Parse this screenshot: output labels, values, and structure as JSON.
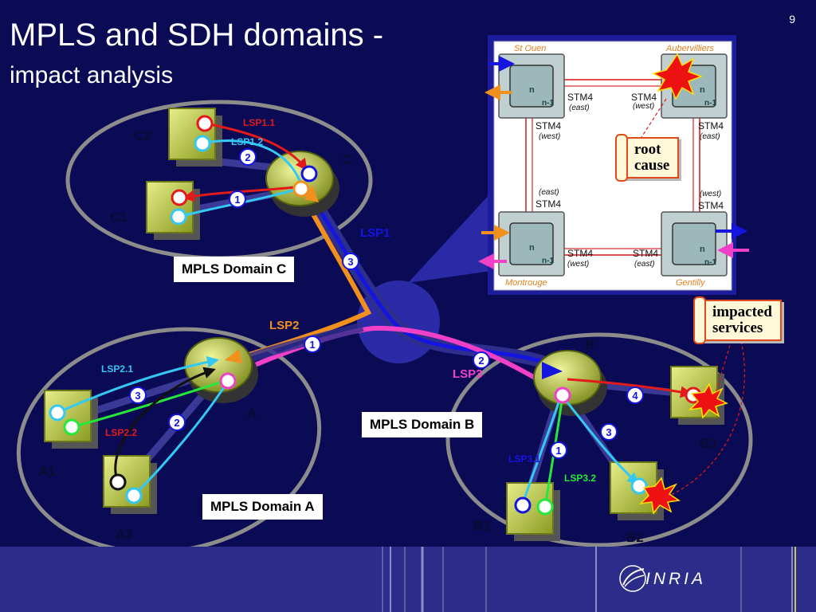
{
  "slide": {
    "title_line1": "MPLS and SDH domains -",
    "title_line2": "impact analysis",
    "page_number": "9"
  },
  "domains": {
    "c": "MPLS Domain C",
    "b": "MPLS Domain B",
    "a": "MPLS Domain A"
  },
  "nodes": {
    "c": "C",
    "c1": "C1",
    "c2": "C2",
    "a": "A",
    "a1": "A1",
    "a2": "A2",
    "b": "B",
    "b1": "B1",
    "b2": "B2",
    "b3": "B3"
  },
  "lsps": {
    "lsp1": "LSP1",
    "lsp1_1": "LSP1.1",
    "lsp1_2": "LSP1.2",
    "lsp2": "LSP2",
    "lsp2_1": "LSP2.1",
    "lsp2_2": "LSP2.2",
    "lsp3": "LSP3",
    "lsp3_1": "LSP3.1",
    "lsp3_2": "LSP3.2"
  },
  "link_numbers": {
    "c_c2": "2",
    "c_c1": "1",
    "c_mid": "3",
    "a_a1": "3",
    "a_a2": "2",
    "a_mid": "1",
    "b_mid": "2",
    "b_b3": "4",
    "b_b2": "3",
    "b_b1": "1"
  },
  "sdh": {
    "sites": {
      "st_ouen": "St Ouen",
      "aubervilliers": "Aubervilliers",
      "montrouge": "Montrouge",
      "gentilly": "Gentilly"
    },
    "stm4": "STM4",
    "east": "(east)",
    "west": "(west)",
    "n": "n",
    "n_minus_1": "n-1"
  },
  "callouts": {
    "root_cause_l1": "root",
    "root_cause_l2": "cause",
    "impacted_l1": "impacted",
    "impacted_l2": "services"
  },
  "footer": {
    "logo": "INRIA"
  },
  "colors": {
    "background": "#0b0a55",
    "lsp1": "#1515e0",
    "lsp2": "#f2901e",
    "lsp3": "#f040c8",
    "ellipse": "#8a8a8a",
    "hub": "#2929a0"
  }
}
